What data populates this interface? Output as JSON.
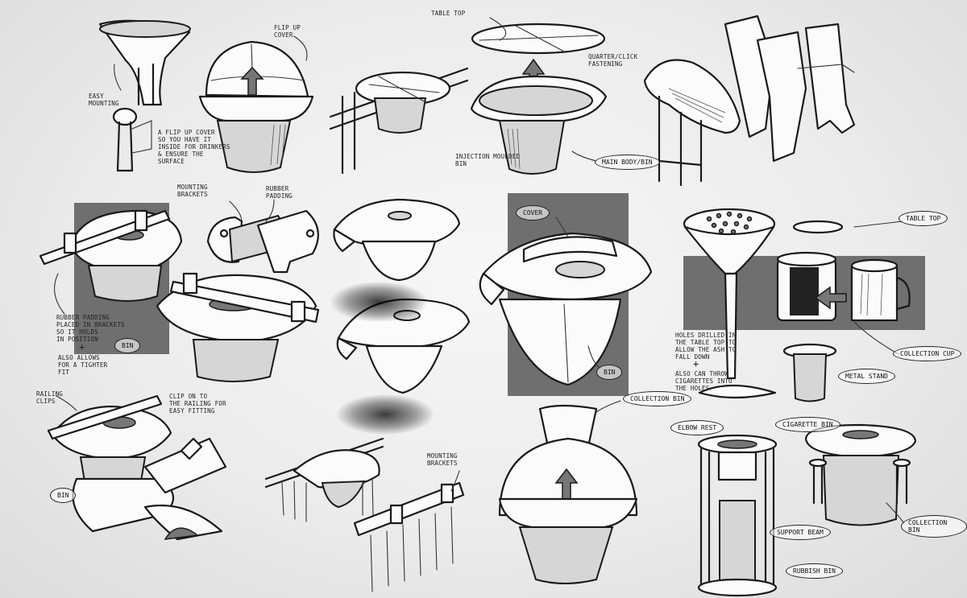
{
  "notes": {
    "easy_mounting": "Easy\nmounting",
    "flip_up_cover": "Flip up\ncover",
    "flip_up_description": "A flip up cover\nso you have it\ninside for drinkers\n& ensure the\nsurface",
    "table_top": "Table top",
    "quarter_click": "Quarter/click\nfastening",
    "injection_moulded": "Injection moulded\nbin",
    "main_body_bin": "Main\nbody/bin",
    "mounting_brackets": "Mounting\nbrackets",
    "rubber_padding": "Rubber\npadding",
    "rubber_padding_note": "Rubber padding\nplaced in brackets\nso it holds\nin position",
    "plus_1": "+",
    "allows_note": "Also allows\nfor a tighter\nfit",
    "bin_1": "Bin",
    "cover": "Cover",
    "bin_2": "Bin",
    "table_top_2": "Table\ntop",
    "holes_note": "Holes drilled in\nthe table top to\nallow the ash to\nfall down",
    "plus_2": "+",
    "also_note": "Also can throw\ncigarettes into\nthe holes",
    "collection_cup": "Collection\ncup",
    "metal_stand": "Metal\nstand",
    "railing_clips": "Railing\nclips",
    "clip_note": "Clip on to\nthe railing for\neasy fitting",
    "bin_3": "Bin",
    "mounting_brackets_2": "Mounting\nbrackets",
    "collection_bin": "Collection\nbin",
    "elbow_rest": "Elbow\nrest",
    "cigarette_bin": "Cigarette\nbin",
    "support_beam": "Support\nbeam",
    "rubbish_bin": "Rubbish\nbin",
    "collection_bin_2": "Collection\nbin"
  },
  "icons": {
    "arrow_up": "up-arrow-icon",
    "arrow_right": "right-arrow-icon"
  },
  "colors": {
    "background": "#ececec",
    "panel": "#6f6f6f",
    "ink": "#1a1a1a"
  }
}
